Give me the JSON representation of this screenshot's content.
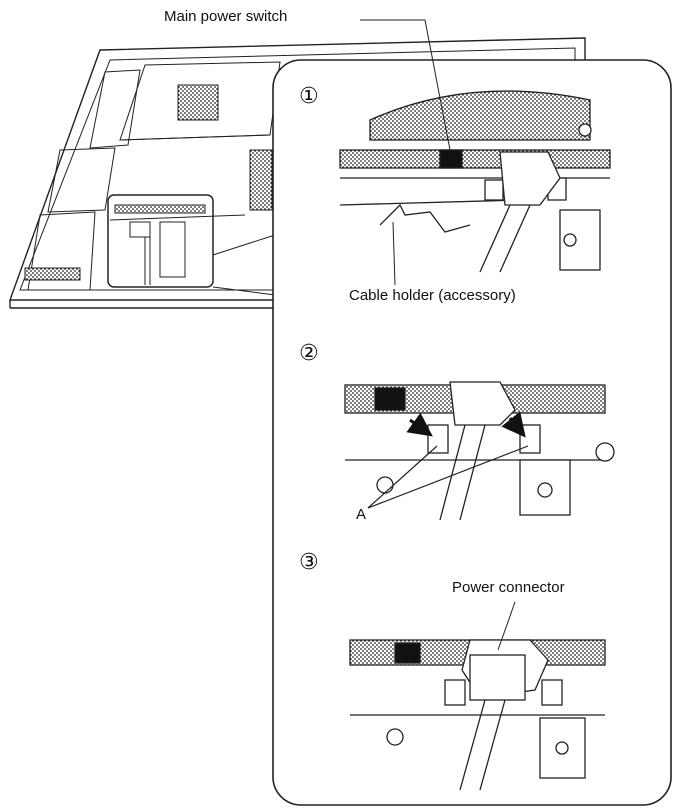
{
  "labels": {
    "main_power_switch": "Main power switch",
    "cable_holder": "Cable holder (accessory)",
    "point_a": "A",
    "power_connector": "Power connector"
  },
  "steps": [
    "①",
    "②",
    "③"
  ]
}
